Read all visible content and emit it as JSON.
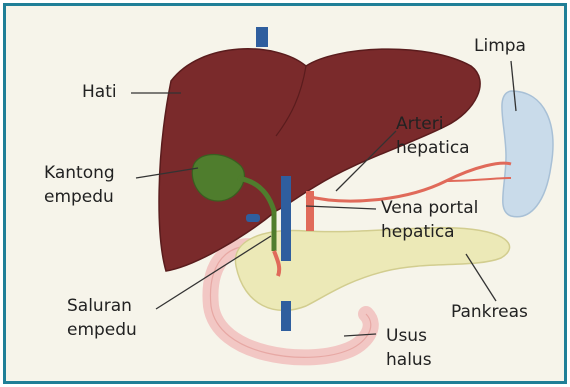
{
  "colors": {
    "frame": "#1f7f97",
    "background": "#f6f4ea",
    "liver": "#7a2a2b",
    "gallbladder": "#4f7d2d",
    "spleen": "#c9dbea",
    "pancreas": "#ece9b7",
    "intestine": "#f2c7c4",
    "artery": "#e06a5a",
    "vein": "#2f5e9e"
  },
  "labels": {
    "hati": "Hati",
    "limpa": "Limpa",
    "arteri_line1": "Arteri",
    "arteri_line2": "hepatica",
    "kantong_line1": "Kantong",
    "kantong_line2": "empedu",
    "vena_line1": "Vena portal",
    "vena_line2": "hepatica",
    "saluran_line1": "Saluran",
    "saluran_line2": "empedu",
    "pankreas": "Pankreas",
    "usus_line1": "Usus",
    "usus_line2": "halus"
  }
}
